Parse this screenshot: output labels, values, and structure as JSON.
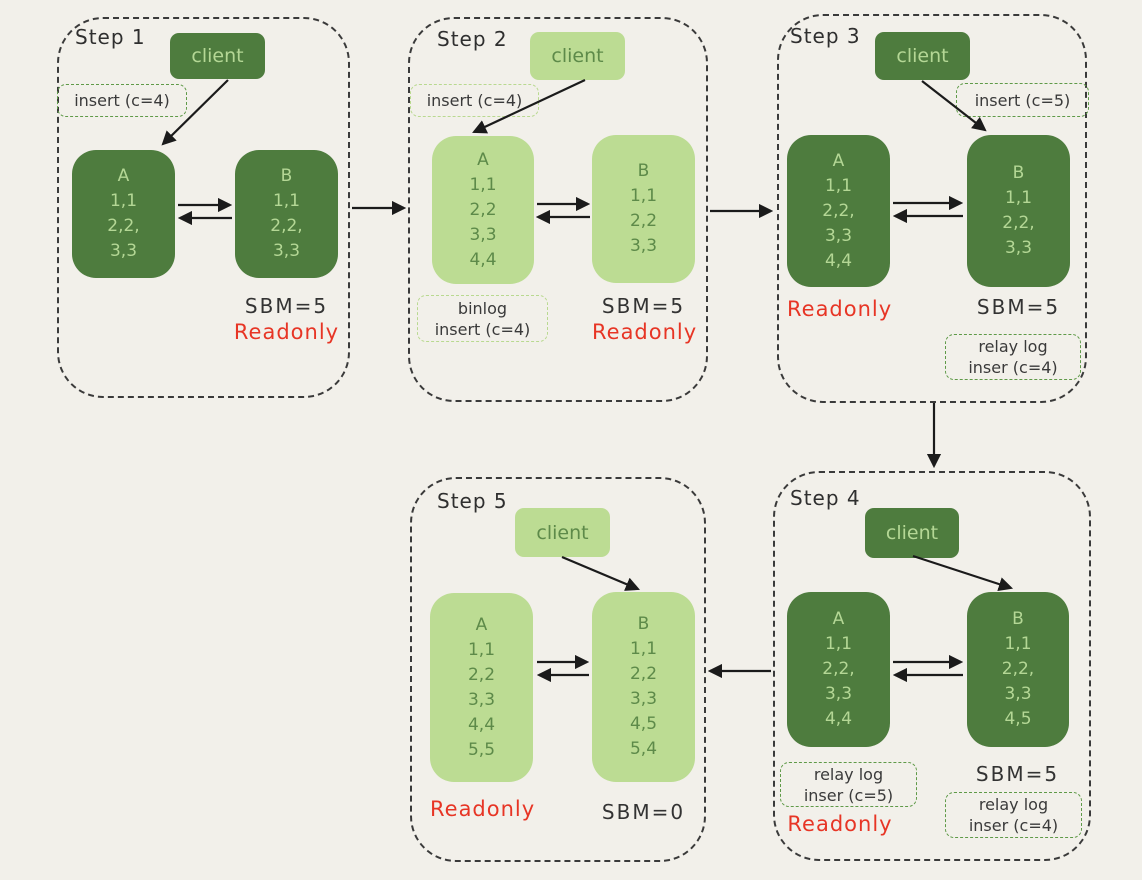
{
  "diagram": {
    "colors": {
      "background": "#f2f0ea",
      "dark_node": "#4e7c3e",
      "dark_node_text": "#b4d795",
      "light_node": "#bcdc93",
      "light_node_text": "#5d8a49",
      "dash_border_dark": "#5f9a48",
      "dash_border_light": "#b9d990",
      "readonly_red": "#e73525",
      "text_ink": "#3a3a3a"
    },
    "steps": [
      {
        "label": "Step 1",
        "client": "client",
        "insert_label": "insert (c=4)",
        "node_a": {
          "title": "A",
          "rows": [
            "1,1",
            "2,2,",
            "3,3"
          ]
        },
        "node_b": {
          "title": "B",
          "rows": [
            "1,1",
            "2,2,",
            "3,3"
          ]
        },
        "sbm": "SBM=5",
        "readonly": "Readonly"
      },
      {
        "label": "Step 2",
        "client": "client",
        "insert_label": "insert (c=4)",
        "binlog_line1": "binlog",
        "binlog_line2": "insert (c=4)",
        "node_a": {
          "title": "A",
          "rows": [
            "1,1",
            "2,2",
            "3,3",
            "4,4"
          ]
        },
        "node_b": {
          "title": "B",
          "rows": [
            "1,1",
            "2,2",
            "3,3"
          ]
        },
        "sbm": "SBM=5",
        "readonly": "Readonly"
      },
      {
        "label": "Step 3",
        "client": "client",
        "insert_label": "insert (c=5)",
        "relay_line1": "relay log",
        "relay_line2": "inser (c=4)",
        "node_a": {
          "title": "A",
          "rows": [
            "1,1",
            "2,2,",
            "3,3",
            "4,4"
          ]
        },
        "node_b": {
          "title": "B",
          "rows": [
            "1,1",
            "2,2,",
            "3,3"
          ]
        },
        "sbm": "SBM=5",
        "readonly": "Readonly"
      },
      {
        "label": "Step 4",
        "client": "client",
        "relay_a_line1": "relay log",
        "relay_a_line2": "inser (c=5)",
        "relay_b_line1": "relay log",
        "relay_b_line2": "inser (c=4)",
        "node_a": {
          "title": "A",
          "rows": [
            "1,1",
            "2,2,",
            "3,3",
            "4,4"
          ]
        },
        "node_b": {
          "title": "B",
          "rows": [
            "1,1",
            "2,2,",
            "3,3",
            "4,5"
          ]
        },
        "sbm": "SBM=5",
        "readonly": "Readonly"
      },
      {
        "label": "Step 5",
        "client": "client",
        "node_a": {
          "title": "A",
          "rows": [
            "1,1",
            "2,2",
            "3,3",
            "4,4",
            "5,5"
          ]
        },
        "node_b": {
          "title": "B",
          "rows": [
            "1,1",
            "2,2",
            "3,3",
            "4,5",
            "5,4"
          ]
        },
        "sbm": "SBM=0",
        "readonly": "Readonly"
      }
    ]
  }
}
